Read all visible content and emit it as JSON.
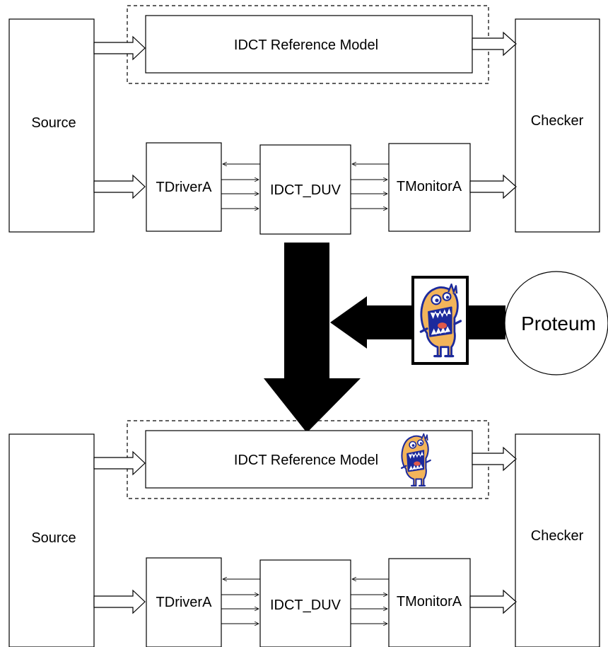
{
  "top_diagram": {
    "source_label": "Source",
    "checker_label": "Checker",
    "reference_label": "IDCT Reference Model",
    "driver_label": "TDriverA",
    "duv_label": "IDCT_DUV",
    "monitor_label": "TMonitorA"
  },
  "mutation_tool": {
    "label": "Proteum",
    "mutant_icon": "screaming-monster-icon"
  },
  "bottom_diagram": {
    "source_label": "Source",
    "checker_label": "Checker",
    "reference_label": "IDCT Reference Model",
    "driver_label": "TDriverA",
    "duv_label": "IDCT_DUV",
    "monitor_label": "TMonitorA",
    "mutant_icon": "screaming-monster-icon"
  },
  "colors": {
    "monster_skin": "#f2b45a",
    "monster_outline": "#1c2a9c",
    "arrow_fill": "#000000"
  }
}
